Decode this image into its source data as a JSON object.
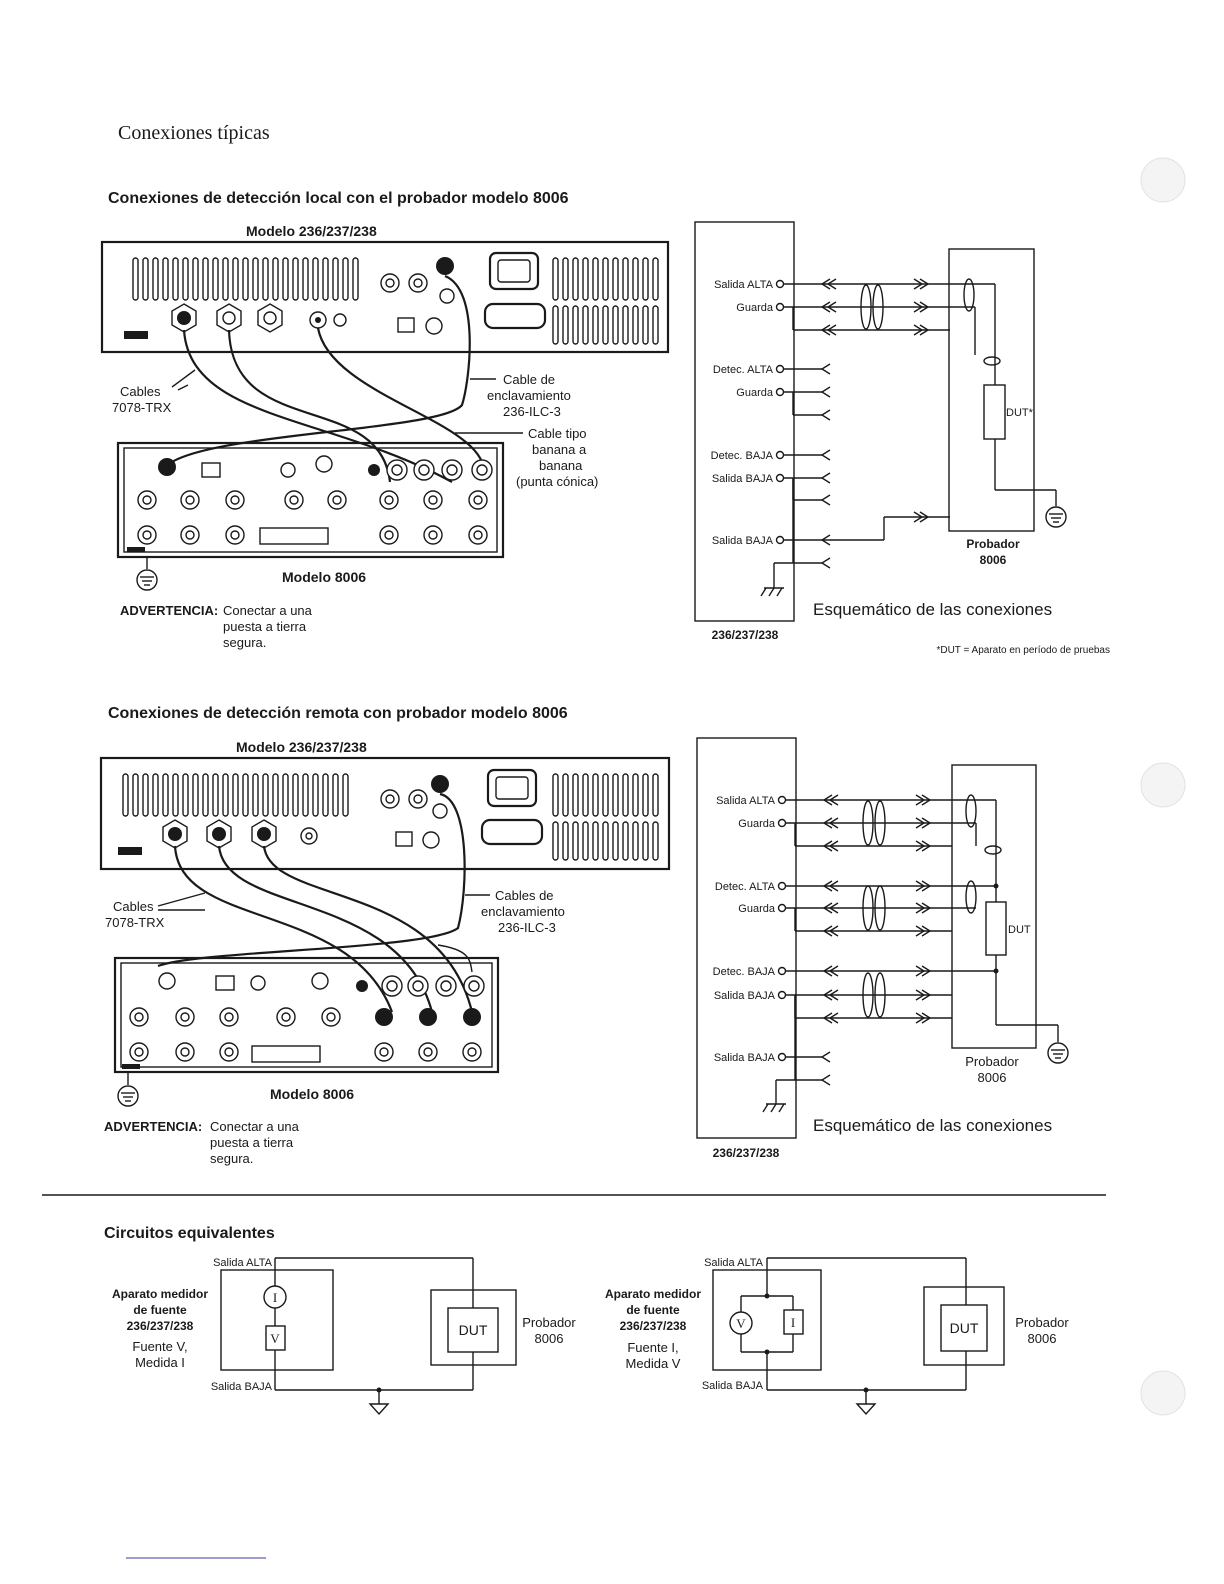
{
  "page_title": "Conexiones típicas",
  "local": {
    "heading": "Conexiones de detección local con el probador modelo 8006",
    "instrument_label": "Modelo 236/237/238",
    "cables_label": [
      "Cables",
      "7078-TRX"
    ],
    "interlock_label": [
      "Cable de",
      "enclavamiento",
      "236-ILC-3"
    ],
    "banana_label": [
      "Cable tipo",
      "banana a",
      "banana",
      "(punta cónica)"
    ],
    "fixture_label": "Modelo 8006",
    "warning_title": "ADVERTENCIA:",
    "warning_text": [
      "Conectar a una",
      "puesta a tierra",
      "segura."
    ],
    "schematic": {
      "terminals": [
        "Salida ALTA",
        "Guarda",
        "Detec. ALTA",
        "Guarda",
        "Detec. BAJA",
        "Salida BAJA",
        "Salida BAJA"
      ],
      "dut": "DUT*",
      "prober": [
        "Probador",
        "8006"
      ],
      "instrument": "236/237/238",
      "caption": "Esquemático de las conexiones",
      "footnote": "*DUT = Aparato en período de pruebas"
    }
  },
  "remote": {
    "heading": "Conexiones de detección remota con probador modelo 8006",
    "instrument_label": "Modelo 236/237/238",
    "cables_label": [
      "Cables",
      "7078-TRX"
    ],
    "interlock_label": [
      "Cables de",
      "enclavamiento",
      "236-ILC-3"
    ],
    "fixture_label": "Modelo 8006",
    "warning_title": "ADVERTENCIA:",
    "warning_text": [
      "Conectar a una",
      "puesta a tierra",
      "segura."
    ],
    "schematic": {
      "terminals": [
        "Salida ALTA",
        "Guarda",
        "Detec. ALTA",
        "Guarda",
        "Detec. BAJA",
        "Salida BAJA",
        "Salida BAJA"
      ],
      "dut": "DUT",
      "prober": [
        "Probador",
        "8006"
      ],
      "instrument": "236/237/238",
      "caption": "Esquemático de las conexiones"
    }
  },
  "equivalent": {
    "heading": "Circuitos equivalentes",
    "left": {
      "top_label": "Salida ALTA",
      "bottom_label": "Salida BAJA",
      "meter": [
        "Aparato medidor",
        "de fuente",
        "236/237/238"
      ],
      "mode": [
        "Fuente V,",
        "Medida I"
      ],
      "sym_top": "I",
      "sym_bottom": "V",
      "dut": "DUT",
      "prober": [
        "Probador",
        "8006"
      ]
    },
    "right": {
      "top_label": "Salida ALTA",
      "bottom_label": "Salida BAJA",
      "meter": [
        "Aparato medidor",
        "de fuente",
        "236/237/238"
      ],
      "mode": [
        "Fuente I,",
        "Medida V"
      ],
      "sym_left": "V",
      "sym_right": "I",
      "dut": "DUT",
      "prober": [
        "Probador",
        "8006"
      ]
    }
  }
}
